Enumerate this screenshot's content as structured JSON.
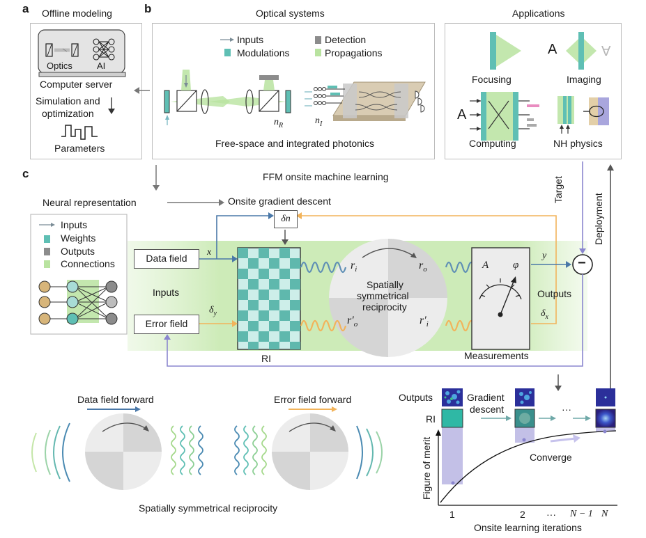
{
  "panels": {
    "a": "a",
    "b": "b",
    "c": "c"
  },
  "a": {
    "title": "Offline modeling",
    "optics": "Optics",
    "ai": "AI",
    "server": "Computer server",
    "sim1": "Simulation and",
    "sim2": "optimization",
    "params": "Parameters"
  },
  "b": {
    "title": "Optical systems",
    "legend": {
      "inputs": "Inputs",
      "modulations": "Modulations",
      "detection": "Detection",
      "propagations": "Propagations"
    },
    "nR": "n",
    "nR_sub": "R",
    "nI": "n",
    "nI_sub": "I",
    "caption": "Free-space and integrated photonics"
  },
  "apps": {
    "title": "Applications",
    "focusing": "Focusing",
    "imaging": "Imaging",
    "computing": "Computing",
    "nh": "NH physics",
    "letter_a": "A",
    "letter_a_flip": "A"
  },
  "c": {
    "title": "FFM onsite machine learning",
    "neural": "Neural representation",
    "onsite": "Onsite gradient descent",
    "legend": {
      "inputs": "Inputs",
      "weights": "Weights",
      "outputs": "Outputs",
      "connections": "Connections"
    },
    "data_field": "Data field",
    "error_field": "Error field",
    "inputs_label": "Inputs",
    "outputs_label": "Outputs",
    "x": "x",
    "y": "y",
    "dy": "δ",
    "dy_sub": "y",
    "dx": "δ",
    "dx_sub": "x",
    "dn": "δn",
    "ri": "RI",
    "ri_in": "r",
    "ri_in_sub": "i",
    "ro": "r",
    "ro_sub": "o",
    "ro2": "r′",
    "ro2_sub": "o",
    "ri2": "r′",
    "ri2_sub": "i",
    "recip1": "Spatially",
    "recip2": "symmetrical",
    "recip3": "reciprocity",
    "A": "A",
    "phi": "φ",
    "measurements": "Measurements",
    "target": "Target",
    "deployment": "Deployment",
    "minus": "−"
  },
  "bottom": {
    "data_forward": "Data field forward",
    "error_forward": "Error field forward",
    "caption": "Spatially symmetrical reciprocity"
  },
  "chart": {
    "outputs": "Outputs",
    "ri": "RI",
    "gradient1": "Gradient",
    "gradient2": "descent",
    "dots": "···",
    "converge": "Converge",
    "ylabel": "Figure of merit",
    "xlabel": "Onsite learning iterations",
    "ticks": [
      "1",
      "2",
      "···",
      "N − 1",
      "N"
    ]
  },
  "colors": {
    "teal": "#5fbfb4",
    "green": "#b9e3a0",
    "gray": "#8c8c8c",
    "blue_arrow": "#4a78a8",
    "orange_arrow": "#f2b35a",
    "purple_arrow": "#8a86cf",
    "lavender": "#b9b5e3"
  }
}
